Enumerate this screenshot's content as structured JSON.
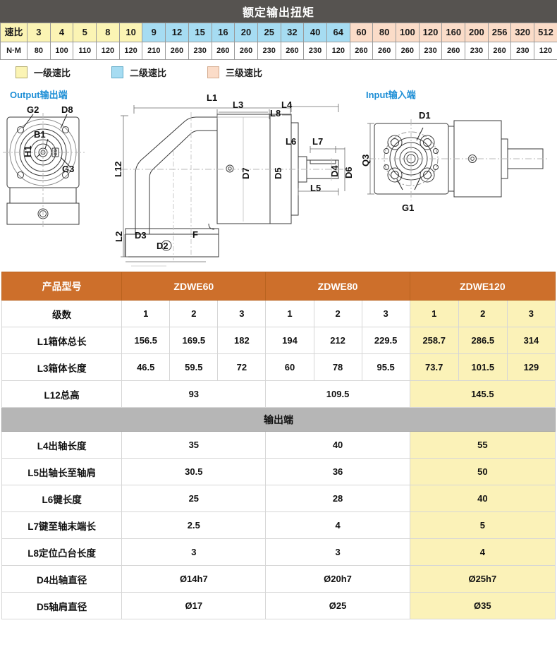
{
  "torque": {
    "title": "额定输出扭矩",
    "ratio_label": "速比",
    "nm_label": "N·M",
    "columns": [
      {
        "ratio": "3",
        "nm": "80",
        "stage": "y"
      },
      {
        "ratio": "4",
        "nm": "100",
        "stage": "y"
      },
      {
        "ratio": "5",
        "nm": "110",
        "stage": "y"
      },
      {
        "ratio": "8",
        "nm": "120",
        "stage": "y"
      },
      {
        "ratio": "10",
        "nm": "120",
        "stage": "y"
      },
      {
        "ratio": "9",
        "nm": "210",
        "stage": "b"
      },
      {
        "ratio": "12",
        "nm": "260",
        "stage": "b"
      },
      {
        "ratio": "15",
        "nm": "230",
        "stage": "b"
      },
      {
        "ratio": "16",
        "nm": "260",
        "stage": "b"
      },
      {
        "ratio": "20",
        "nm": "260",
        "stage": "b"
      },
      {
        "ratio": "25",
        "nm": "230",
        "stage": "b"
      },
      {
        "ratio": "32",
        "nm": "260",
        "stage": "b"
      },
      {
        "ratio": "40",
        "nm": "230",
        "stage": "b"
      },
      {
        "ratio": "64",
        "nm": "120",
        "stage": "b"
      },
      {
        "ratio": "60",
        "nm": "260",
        "stage": "p"
      },
      {
        "ratio": "80",
        "nm": "260",
        "stage": "p"
      },
      {
        "ratio": "100",
        "nm": "260",
        "stage": "p"
      },
      {
        "ratio": "120",
        "nm": "230",
        "stage": "p"
      },
      {
        "ratio": "160",
        "nm": "260",
        "stage": "p"
      },
      {
        "ratio": "200",
        "nm": "230",
        "stage": "p"
      },
      {
        "ratio": "256",
        "nm": "260",
        "stage": "p"
      },
      {
        "ratio": "320",
        "nm": "230",
        "stage": "p"
      },
      {
        "ratio": "512",
        "nm": "120",
        "stage": "p"
      }
    ]
  },
  "legend": {
    "items": [
      {
        "label": "一级速比",
        "color": "#fbf4b4"
      },
      {
        "label": "二级速比",
        "color": "#a6dcf2"
      },
      {
        "label": "三级速比",
        "color": "#fbdcc8"
      }
    ]
  },
  "drawings": {
    "output_caption": "Output输出端",
    "input_caption": "Input输入端",
    "output_view_labels": [
      "G2",
      "D8",
      "B1",
      "H1",
      "G3"
    ],
    "side_view_labels": [
      "L1",
      "L3",
      "L4",
      "L8",
      "L6",
      "L7",
      "D7",
      "D5",
      "D4",
      "D6",
      "L5",
      "L12",
      "L2",
      "D3",
      "D2",
      "F"
    ],
    "input_view_labels": [
      "D1",
      "Q3",
      "G1"
    ]
  },
  "spec": {
    "header": {
      "label": "产品型号",
      "models": [
        "ZDWE60",
        "ZDWE80",
        "ZDWE120"
      ]
    },
    "stages_label": "级数",
    "stages": [
      "1",
      "2",
      "3",
      "1",
      "2",
      "3",
      "1",
      "2",
      "3"
    ],
    "rows_split": [
      {
        "label": "L1箱体总长",
        "values": [
          "156.5",
          "169.5",
          "182",
          "194",
          "212",
          "229.5",
          "258.7",
          "286.5",
          "314"
        ]
      },
      {
        "label": "L3箱体长度",
        "values": [
          "46.5",
          "59.5",
          "72",
          "60",
          "78",
          "95.5",
          "73.7",
          "101.5",
          "129"
        ]
      }
    ],
    "row_merged_l12": {
      "label": "L12总高",
      "values": [
        "93",
        "109.5",
        "145.5"
      ]
    },
    "section_output": "输出端",
    "rows_merged": [
      {
        "label": "L4出轴长度",
        "values": [
          "35",
          "40",
          "55"
        ]
      },
      {
        "label": "L5出轴长至轴肩",
        "values": [
          "30.5",
          "36",
          "50"
        ]
      },
      {
        "label": "L6键长度",
        "values": [
          "25",
          "28",
          "40"
        ]
      },
      {
        "label": "L7键至轴末端长",
        "values": [
          "2.5",
          "4",
          "5"
        ]
      },
      {
        "label": "L8定位凸台长度",
        "values": [
          "3",
          "3",
          "4"
        ]
      },
      {
        "label": "D4出轴直径",
        "values": [
          "Ø14h7",
          "Ø20h7",
          "Ø25h7"
        ]
      },
      {
        "label": "D5轴肩直径",
        "values": [
          "Ø17",
          "Ø25",
          "Ø35"
        ]
      }
    ]
  }
}
